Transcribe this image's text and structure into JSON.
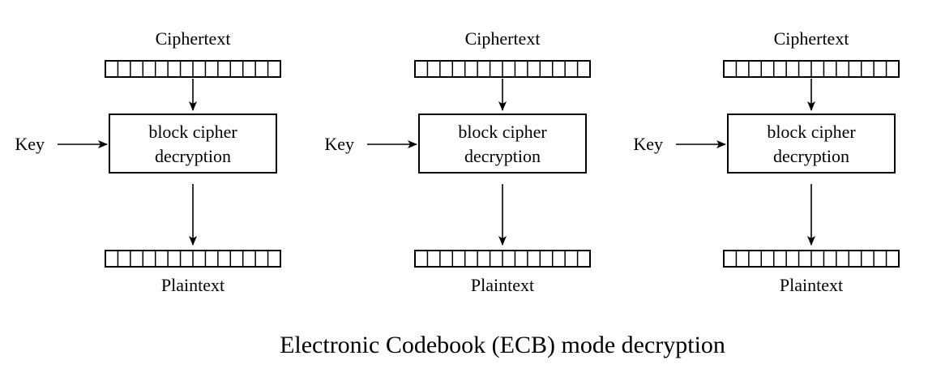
{
  "diagram": {
    "caption": "Electronic Codebook (ECB) mode decryption",
    "block_count": 3,
    "cells_per_register": 14,
    "blocks": [
      {
        "input_label": "Ciphertext",
        "key_label": "Key",
        "cipher_line1": "block cipher",
        "cipher_line2": "decryption",
        "output_label": "Plaintext"
      },
      {
        "input_label": "Ciphertext",
        "key_label": "Key",
        "cipher_line1": "block cipher",
        "cipher_line2": "decryption",
        "output_label": "Plaintext"
      },
      {
        "input_label": "Ciphertext",
        "key_label": "Key",
        "cipher_line1": "block cipher",
        "cipher_line2": "decryption",
        "output_label": "Plaintext"
      }
    ]
  }
}
